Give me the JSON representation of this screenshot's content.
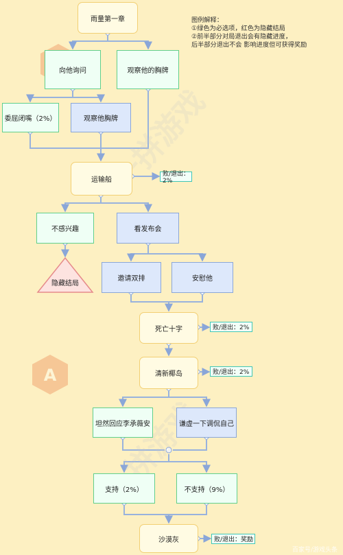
{
  "diagram": {
    "start": "雨量第一章",
    "branch1": {
      "left": "向他询问",
      "right": "观察他的胸牌"
    },
    "branch2": {
      "left": "委屈闭嘴（2%）",
      "right": "观察他胸牌"
    },
    "node_yunshu": "运输船",
    "yunshu_exit": "败/退出：2%",
    "branch3": {
      "left": "不感兴趣",
      "right": "看发布会"
    },
    "hidden_ending": "隐藏结局",
    "branch4": {
      "left": "邀请双排",
      "right": "安慰他"
    },
    "node_siwang": "死亡十字",
    "siwang_exit": "败/退出：2%",
    "node_qingxin": "清新椰岛",
    "qingxin_exit": "败/退出：2%",
    "branch5": {
      "left": "坦然回应李承薇安",
      "right": "谦虚一下调侃自己"
    },
    "branch6": {
      "left": "支持（2%）",
      "right": "不支持（9%）"
    },
    "node_shamo": "沙漠灰",
    "shamo_exit": "败/退出：奖励"
  },
  "legend": {
    "title": "图例解释：",
    "line1": "①绿色为必选项，红色为隐藏结局",
    "line2": "②前半部分对局退出会有隐藏进度，",
    "line3": "后半部分退出不会 影响进度但可获得奖励"
  },
  "watermark": {
    "text": "一拼游戏",
    "footer": "百家号/游戏头条"
  },
  "colors": {
    "background": "#fdf0c2",
    "yellow_fill": "#fffbe3",
    "yellow_border": "#f2cf73",
    "green_fill": "#effff5",
    "green_border": "#5fcf8c",
    "blue_fill": "#dde8fb",
    "blue_border": "#8aa6d8",
    "hidden_fill": "#fde3e0",
    "hidden_border": "#e58a8a",
    "connector": "#98b2dd",
    "side_border": "#3fc6b6"
  },
  "icons": [
    "diamond-connector-icon",
    "circle-connector-icon",
    "arrowhead-icon",
    "watermark-logo-icon"
  ]
}
